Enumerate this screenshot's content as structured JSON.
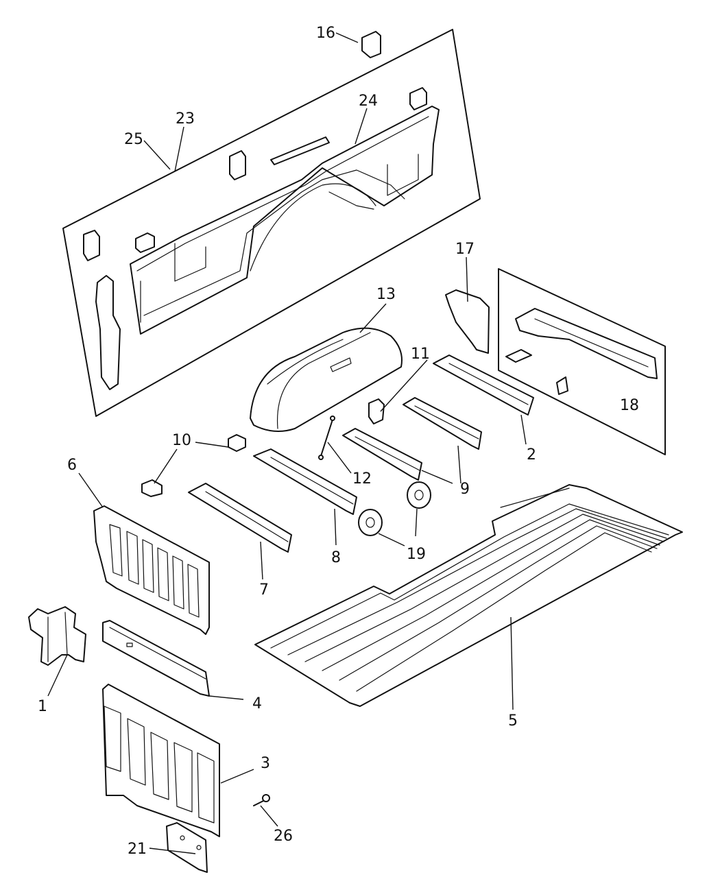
{
  "callouts": {
    "c1": "1",
    "c2": "2",
    "c3": "3",
    "c4": "4",
    "c5": "5",
    "c6": "6",
    "c7": "7",
    "c8": "8",
    "c9": "9",
    "c10": "10",
    "c11": "11",
    "c12": "12",
    "c13": "13",
    "c16": "16",
    "c17": "17",
    "c18": "18",
    "c19": "19",
    "c21": "21",
    "c23": "23",
    "c24": "24",
    "c25": "25",
    "c26": "26"
  },
  "colors": {
    "line": "#111111",
    "background": "#ffffff"
  }
}
